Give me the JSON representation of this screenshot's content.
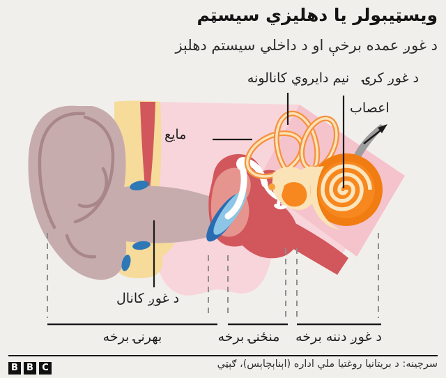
{
  "title": "ويسټيبولر يا دهليزي سيسټم",
  "subtitle": "د غوږ عمده برخې او د داخلي سيستم دهلېز",
  "labels": {
    "semicircular_canals": "نيم دايروي کانالونه",
    "cochlea": "د غوږ کرۍ",
    "nerves": "اعصاب",
    "fluid": "مايع",
    "ear_canal": "د غوږ کانال",
    "outer_section": "بهرنۍ برخه",
    "middle_section": "منځنۍ برخه",
    "inner_section": "د غوږ دننه برخه"
  },
  "footer": {
    "source": "سرچينه: د بريتانيا روغتيا ملي اداره (اېناېچاېس)، ګېټي",
    "logo_letters": [
      "B",
      "B",
      "C"
    ]
  },
  "colors": {
    "background": "#f1efec",
    "pink_light": "#f8d5db",
    "pink_diamond": "#f5c3cc",
    "bone_yellow": "#f6db9b",
    "red": "#d2575c",
    "salmon": "#e6958e",
    "mauve": "#c7acae",
    "pinna_line": "#a8868a",
    "eardrum_dark_blue": "#2a6cb2",
    "eardrum_light_blue": "#8cc5e6",
    "vessel_blue": "#2f78b6",
    "canal_orange": "#f5913e",
    "cream": "#fae3b6",
    "cochlea_orange": "#f6881f",
    "nerve_gray": "#9d9d9d",
    "line_black": "#1a1a1a",
    "dashed_gray": "#8d8d8d"
  }
}
